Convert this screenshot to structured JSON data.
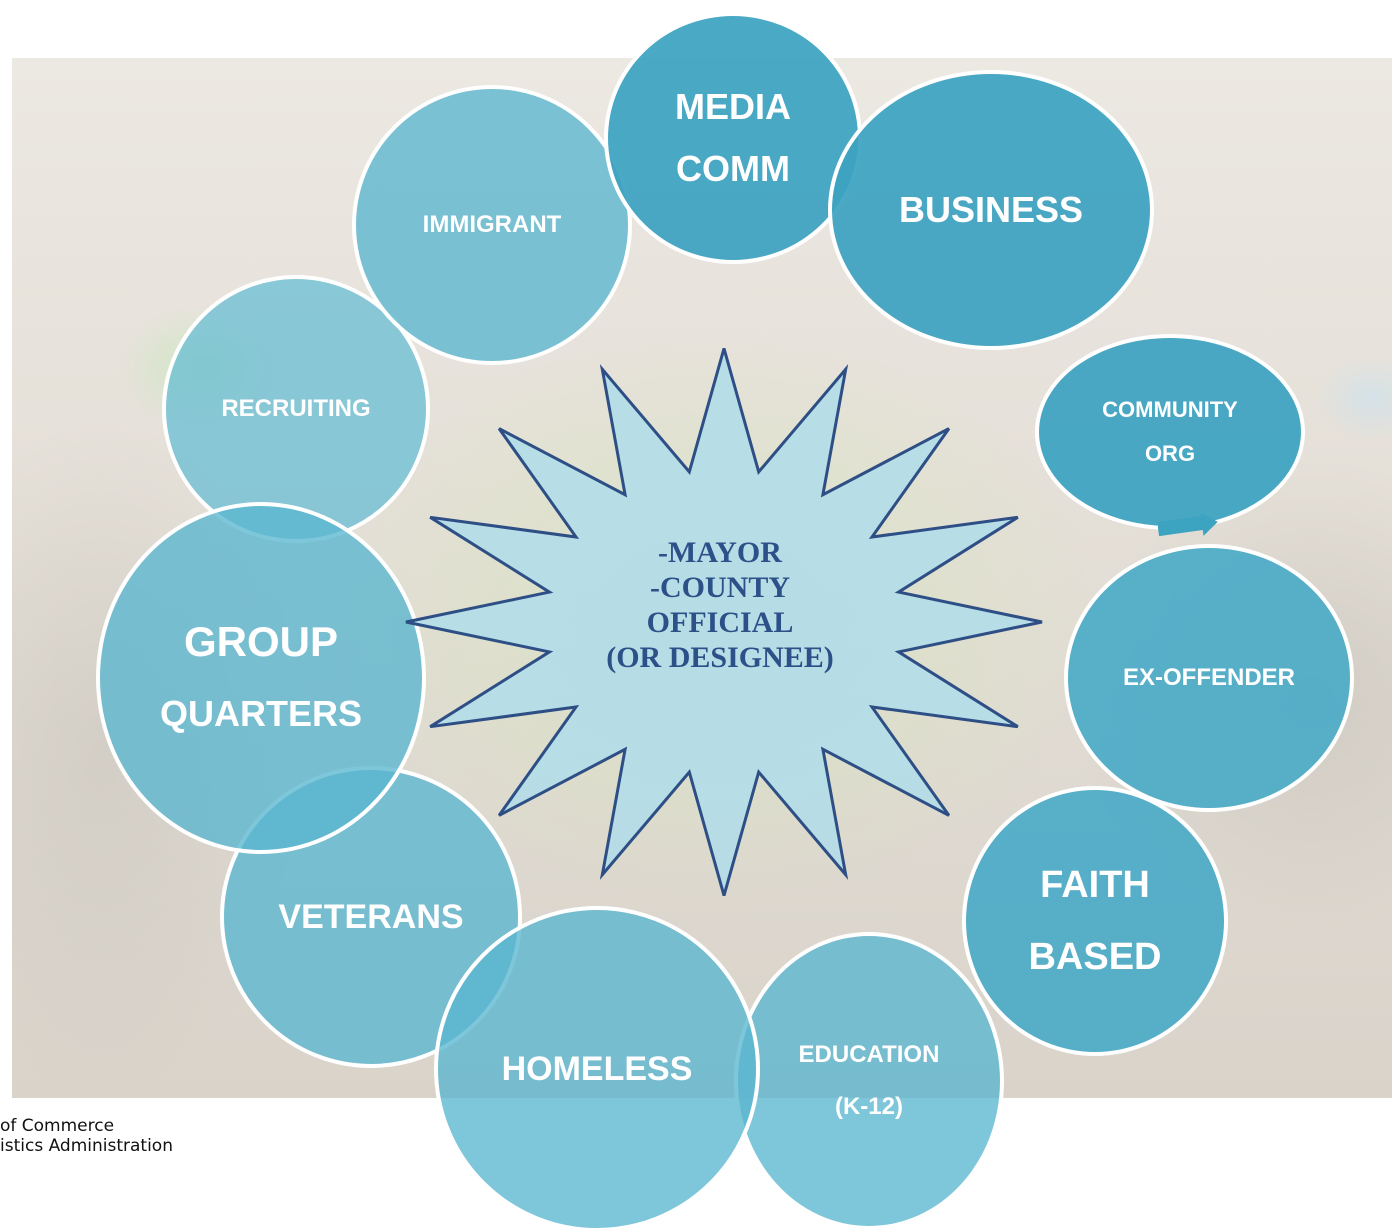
{
  "center": {
    "lines": [
      "-MAYOR",
      "-COUNTY",
      "OFFICIAL",
      "(OR DESIGNEE)"
    ]
  },
  "bubbles": {
    "media": [
      "MEDIA",
      "COMM"
    ],
    "business": [
      "BUSINESS"
    ],
    "immigrant": [
      "IMMIGRANT"
    ],
    "community": [
      "COMMUNITY",
      "ORG"
    ],
    "recruiting": [
      "RECRUITING"
    ],
    "group_quarters": [
      "GROUP",
      "QUARTERS"
    ],
    "ex_offender": [
      "EX-OFFENDER"
    ],
    "faith": [
      "FAITH",
      "BASED"
    ],
    "veterans": [
      "VETERANS"
    ],
    "homeless": [
      "HOMELESS"
    ],
    "education": [
      "EDUCATION",
      "(K-12)"
    ]
  },
  "footer": {
    "line1": "of Commerce",
    "line2": "istics Administration"
  },
  "colors": {
    "bubble": "#3ca3c1",
    "star_fill": "#b3dce8",
    "star_border": "#2e4f85",
    "star_text": "#2c5088"
  }
}
